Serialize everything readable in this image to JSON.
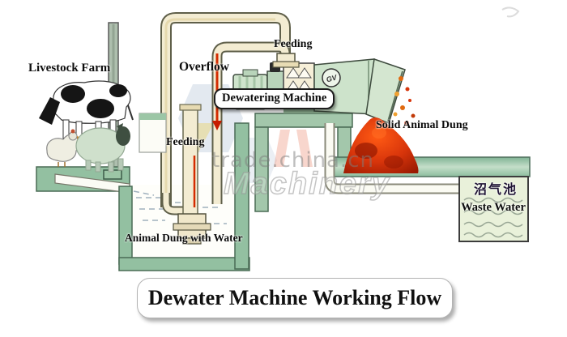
{
  "title": "Dewater Machine Working Flow",
  "labels": {
    "livestock_farm": "Livestock Farm",
    "overflow": "Overflow",
    "feeding_top": "Feeding",
    "feeding_bottom": "Feeding",
    "dewatering_machine": "Dewatering Machine",
    "solid_animal_dung": "Solid Animal Dung",
    "animal_dung_with_water": "Animal Dung with Water",
    "biogas_pool_cn": "沼气池",
    "waste_water": "Waste Water"
  },
  "machine_badge": "GV",
  "watermarks": {
    "site": "trade.china.cn",
    "brand": "Machinery"
  },
  "colors": {
    "pipe_fill": "#f3ecd2",
    "structure_green": "#93c0a1",
    "machine_green": "#cde3cb",
    "dung_red": "#d8350b",
    "flow_red": "#d42b00",
    "waste_water_bg": "#e9f1da"
  }
}
